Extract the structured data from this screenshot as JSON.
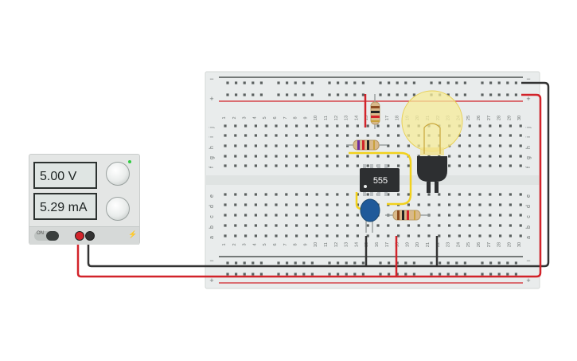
{
  "power_supply": {
    "voltage_display": "5.00 V",
    "current_display": "5.29 mA",
    "switch_label": "ON",
    "led_color": "#2ecc40"
  },
  "breadboard": {
    "row_letters_top": [
      "j",
      "i",
      "h",
      "g",
      "f"
    ],
    "row_letters_bottom": [
      "e",
      "d",
      "c",
      "b",
      "a"
    ],
    "column_numbers": [
      "1",
      "2",
      "3",
      "4",
      "5",
      "6",
      "7",
      "8",
      "9",
      "10",
      "11",
      "12",
      "13",
      "14",
      "15",
      "16",
      "17",
      "18",
      "19",
      "20",
      "21",
      "22",
      "23",
      "24",
      "25",
      "26",
      "27",
      "28",
      "29",
      "30"
    ],
    "rail_minus": "−",
    "rail_plus": "+"
  },
  "ic": {
    "label": "555"
  },
  "colors": {
    "wire_red": "#d2232a",
    "wire_black": "#333333",
    "wire_yellow": "#f2d11c",
    "board": "#e9ecec",
    "capacitor": "#1f5a9a"
  }
}
